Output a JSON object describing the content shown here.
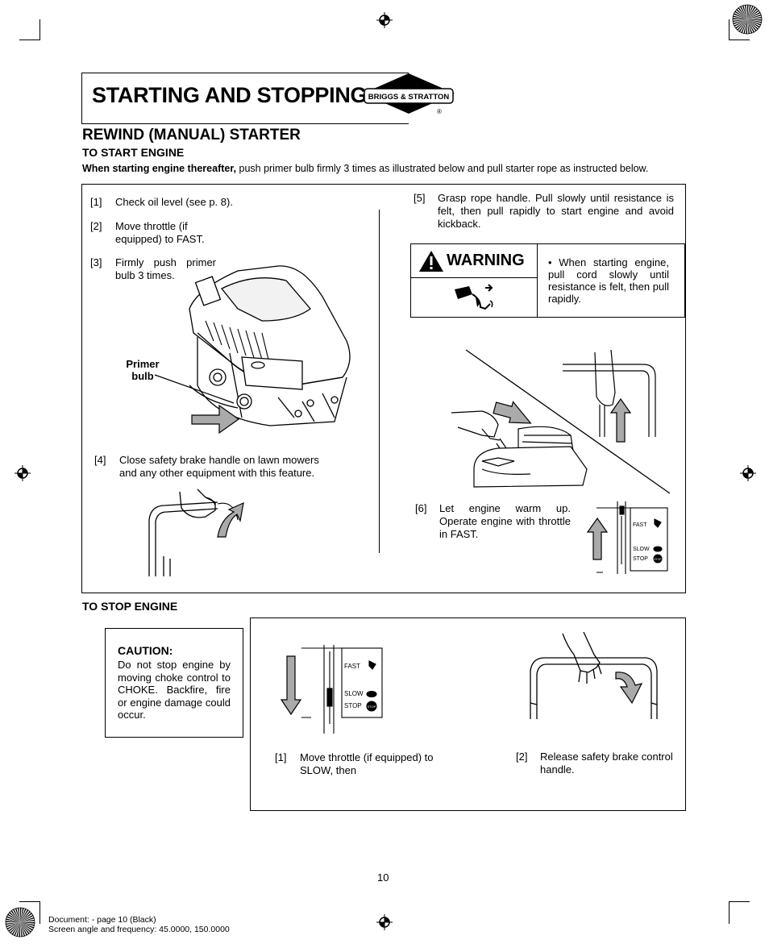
{
  "header": {
    "title": "STARTING AND STOPPING",
    "logo_text": "BRIGGS & STRATTON",
    "logo_reg": "®"
  },
  "section": {
    "title": "REWIND (MANUAL) STARTER",
    "start_heading": "TO START ENGINE",
    "intro_bold": "When starting engine thereafter,",
    "intro_rest": " push primer bulb firmly 3 times as illustrated below and pull starter rope as instructed below."
  },
  "start_steps": [
    {
      "num": "[1]",
      "text": "Check oil level (see p. 8)."
    },
    {
      "num": "[2]",
      "text": "Move throttle (if equipped) to FAST."
    },
    {
      "num": "[3]",
      "text": "Firmly push primer bulb 3 times."
    },
    {
      "num": "[4]",
      "text": "Close safety brake handle on lawn mowers and any other equipment with this feature."
    },
    {
      "num": "[5]",
      "text": "Grasp rope handle. Pull slowly until resistance is felt, then pull rapidly to start engine and avoid kickback."
    },
    {
      "num": "[6]",
      "text": "Let engine warm up. Operate engine with throttle in FAST."
    }
  ],
  "primer_label": "Primer bulb",
  "warning": {
    "word": "WARNING",
    "text": "• When starting engine, pull cord slowly until resistance is felt, then pull rapidly."
  },
  "throttle_labels": {
    "fast": "FAST",
    "slow": "SLOW",
    "stop": "STOP",
    "stop_badge": "STOP"
  },
  "stop": {
    "heading": "TO STOP ENGINE",
    "caution_title": "CAUTION:",
    "caution_text": "Do not stop engine by moving choke control to CHOKE. Backfire, fire or engine damage could occur.",
    "steps": [
      {
        "num": "[1]",
        "text": "Move throttle (if equipped) to SLOW, then"
      },
      {
        "num": "[2]",
        "text": "Release safety brake control handle."
      }
    ]
  },
  "page_number": "10",
  "footer": {
    "line1": "Document: - page 10 (Black)",
    "line2": "Screen angle and frequency: 45.0000, 150.0000"
  }
}
